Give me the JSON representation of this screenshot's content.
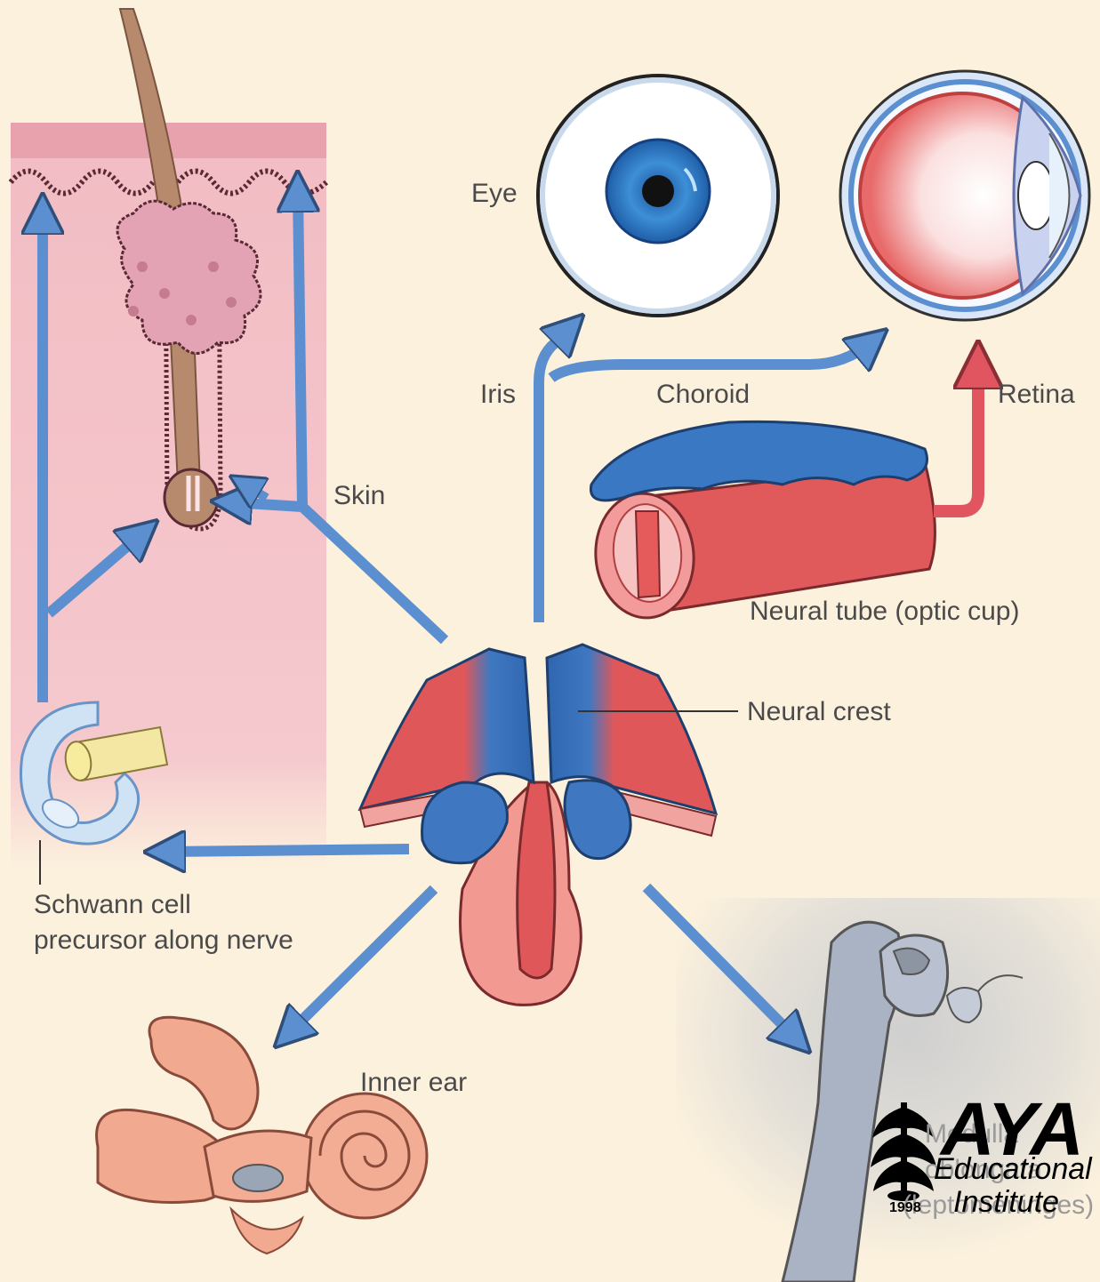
{
  "labels": {
    "eye": "Eye",
    "iris": "Iris",
    "choroid": "Choroid",
    "retina": "Retina",
    "skin": "Skin",
    "neural_tube": "Neural tube (optic cup)",
    "neural_crest": "Neural crest",
    "schwann_line1": "Schwann cell",
    "schwann_line2": "precursor along nerve",
    "inner_ear": "Inner ear",
    "meninges_line1": "Medulla",
    "meninges_line2": "oblongata",
    "meninges_line3": "(leptomeninges)"
  },
  "logo": {
    "name": "AYA",
    "line1": "Educational",
    "line2": "Institute",
    "year": "1998"
  },
  "colors": {
    "background": "#fcf1dd",
    "crest_blue": "#4a82c4",
    "tube_red": "#e0575a",
    "skin_pink": "#f3c2c8",
    "arrow_blue": "#5b8fd0",
    "arrow_red": "#e05560"
  }
}
